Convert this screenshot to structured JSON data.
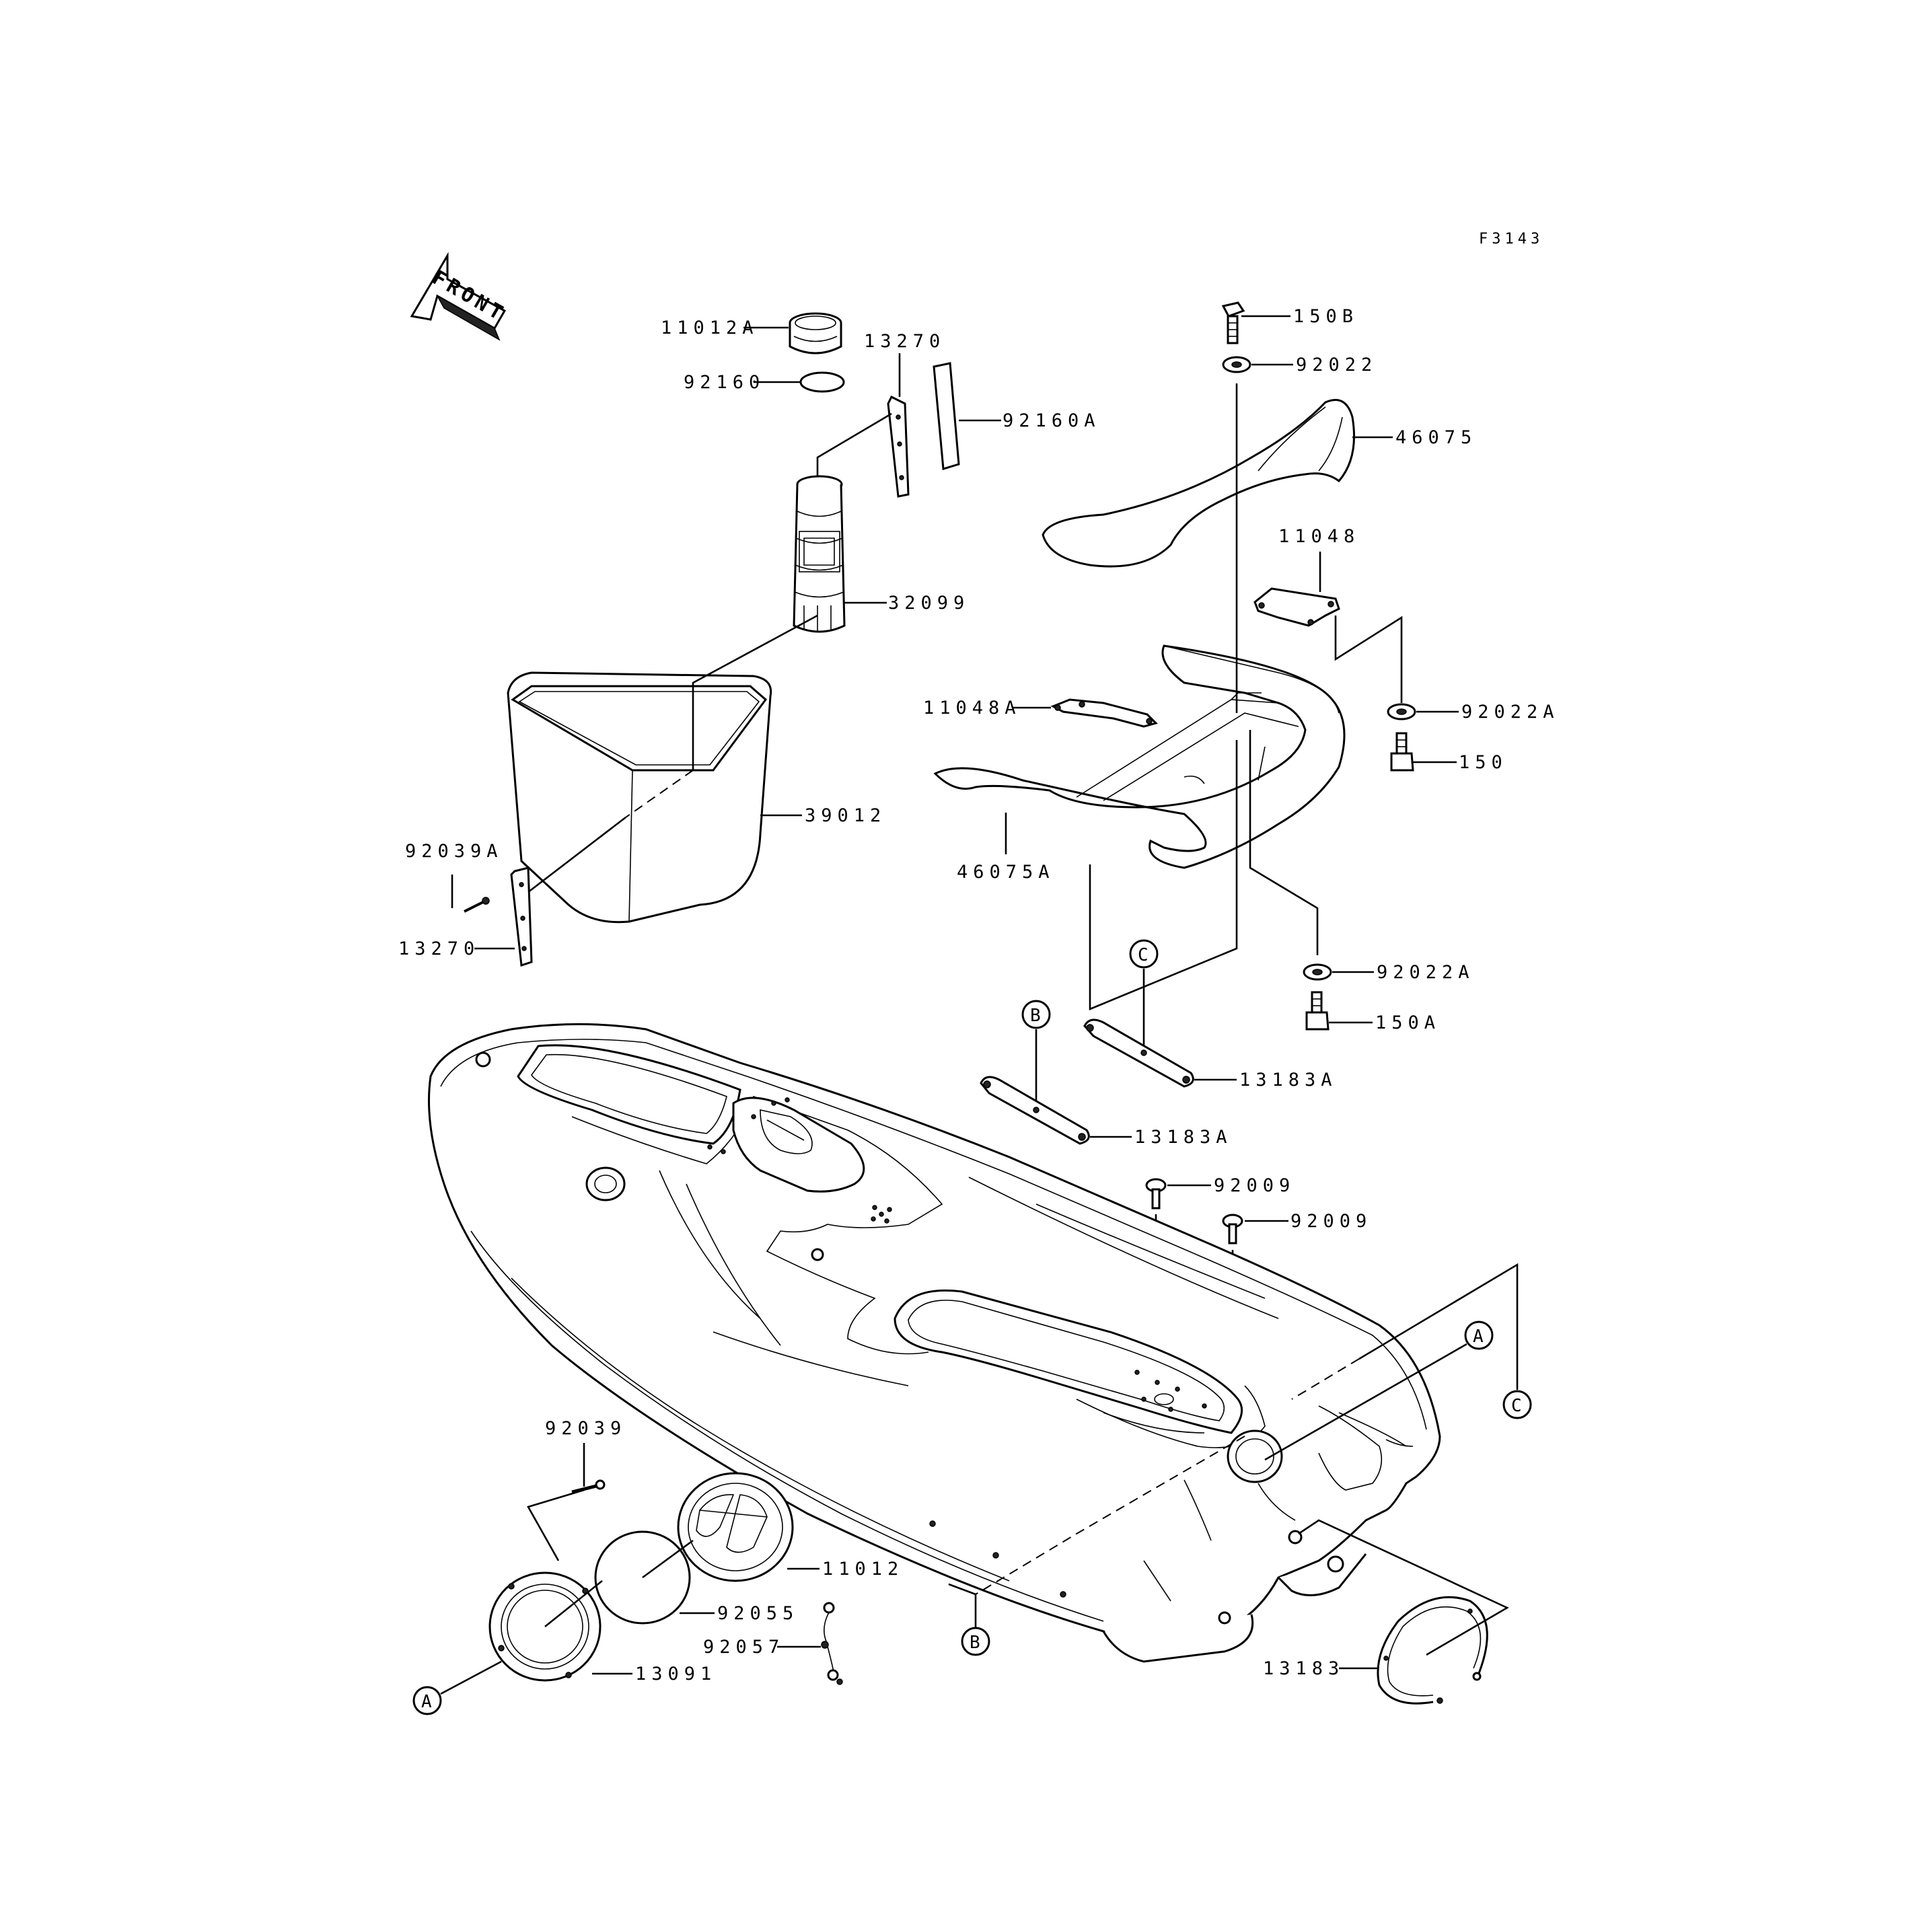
{
  "diagram_code": "F3143",
  "front_arrow_label": "FRONT",
  "parts": {
    "p11012A": "11012A",
    "p92160": "92160",
    "p13270_top": "13270",
    "p92160A": "92160A",
    "p32099": "32099",
    "p39012": "39012",
    "p92039A": "92039A",
    "p13270_bottom": "13270",
    "p150B": "150B",
    "p92022": "92022",
    "p46075": "46075",
    "p11048": "11048",
    "p11048A": "11048A",
    "p92022A_top": "92022A",
    "p150": "150",
    "p46075A": "46075A",
    "p92022A_bottom": "92022A",
    "p150A": "150A",
    "p13183A_top": "13183A",
    "p13183A_bottom": "13183A",
    "p92009_left": "92009",
    "p92009_right": "92009",
    "p92039": "92039",
    "p11012": "11012",
    "p92055": "92055",
    "p92057": "92057",
    "p13091": "13091",
    "p13183": "13183"
  },
  "reference_markers": {
    "A_right": "A",
    "A_left": "A",
    "B_top": "B",
    "B_bottom": "B",
    "C_top": "C",
    "C_right": "C"
  }
}
